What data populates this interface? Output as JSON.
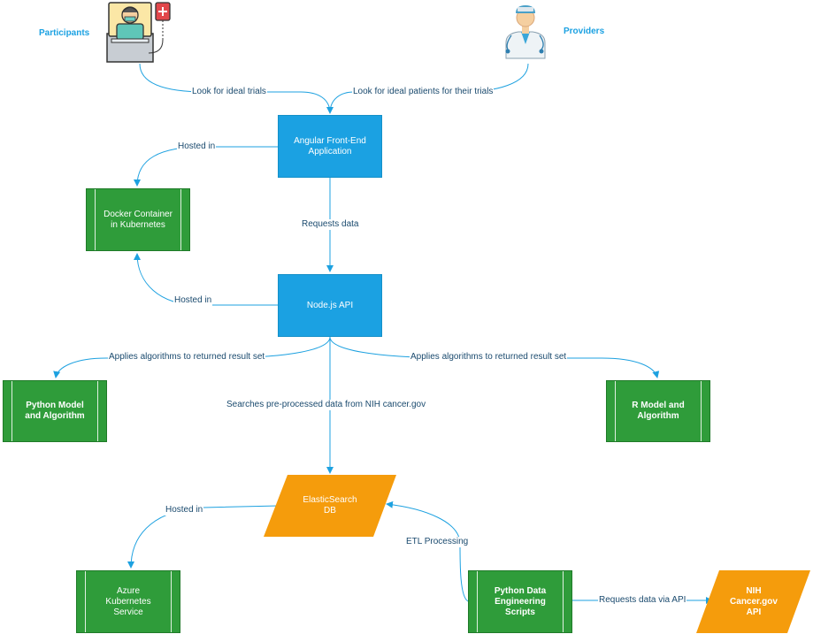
{
  "actors": {
    "participants": "Participants",
    "providers": "Providers"
  },
  "nodes": {
    "angular": "Angular Front-End Application",
    "docker": "Docker Container in Kubernetes",
    "node_api": "Node.js API",
    "python_model": "Python Model and Algorithm",
    "r_model": "R Model and Algorithm",
    "elastic": "ElasticSearch DB",
    "azure": "Azure Kubernetes Service",
    "python_de": "Python Data Engineering Scripts",
    "nih": "NIH Cancer.gov API"
  },
  "edges": {
    "look_trials": "Look for ideal trials",
    "look_patients": "Look for ideal patients for their trials",
    "hosted_in_1": "Hosted in",
    "requests_data": "Requests data",
    "hosted_in_2": "Hosted in",
    "applies_left": "Applies algorithms to returned result set",
    "applies_right": "Applies algorithms to returned result set",
    "searches": "Searches pre-processed data from NIH cancer.gov",
    "hosted_in_3": "Hosted in",
    "etl": "ETL Processing",
    "requests_api": "Requests data via API"
  },
  "colors": {
    "blue": "#1ba1e2",
    "green": "#2f9c3a",
    "orange": "#f59c0c",
    "edge": "#1da1e0"
  },
  "icons": [
    "patient-in-bed-icon",
    "doctor-icon"
  ]
}
